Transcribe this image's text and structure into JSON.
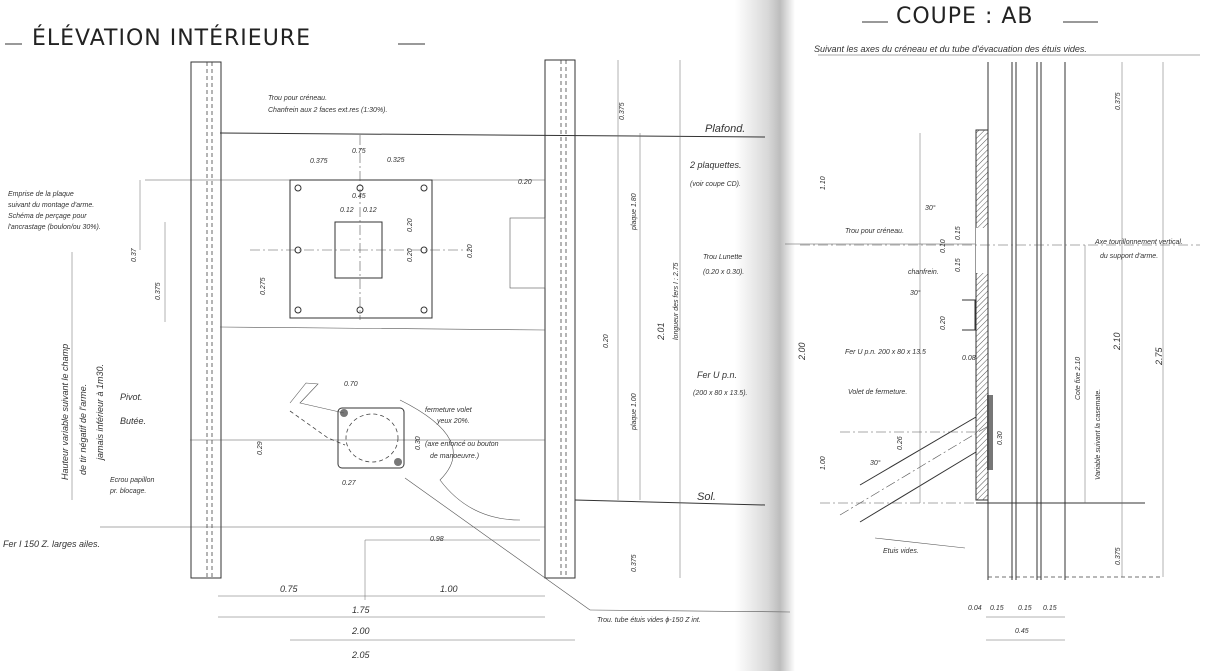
{
  "elevation": {
    "title": "ÉLÉVATION INTÉRIEURE",
    "notes": {
      "trou_creneau": "Trou pour créneau.",
      "chanfrein": "Chanfrein aux 2 faces ext.res (1:30%).",
      "emprise_1": "Emprise de la plaque",
      "emprise_2": "suivant du montage d'arme.",
      "emprise_3": "Schéma de perçage pour",
      "emprise_4": "l'ancrastage (boulon/ou 30%).",
      "hauteur_1": "Hauteur variable suivant le champ",
      "hauteur_2": "de tir négatif de l'arme.",
      "hauteur_3": "jamais inférieur à 1m30.",
      "pivot": "Pivot.",
      "butee": "Butée.",
      "ecrou_1": "Ecrou papillon",
      "ecrou_2": "pr. blocage.",
      "fer_i": "Fer I 150 Z. larges ailes.",
      "fermeture_1": "fermeture volet",
      "fermeture_2": "yeux 20%.",
      "fermeture_3": "(axe enfoncé ou bouton",
      "fermeture_4": "de manoeuvre.)",
      "plafond": "Plafond.",
      "plaquettes_1": "2 plaquettes.",
      "plaquettes_2": "(voir coupe CD).",
      "trou_lunette_1": "Trou Lunette",
      "trou_lunette_2": "(0.20 x 0.30).",
      "fer_u_1": "Fer U p.n.",
      "fer_u_2": "(200 x 80 x 13.5).",
      "sol": "Sol.",
      "trou_tube": "Trou. tube étuis vides ϕ-150 Z int."
    },
    "dims": {
      "d075": "0.75",
      "d0375": "0.375",
      "d0325": "0.325",
      "d045": "0.45",
      "d012a": "0.12",
      "d012b": "0.12",
      "d020a": "0.20",
      "d020b": "0.20",
      "d0275": "0.275",
      "d0375b": "0.375",
      "d037": "0.37",
      "d020c": "0.20",
      "d070": "0.70",
      "d030": "0.30",
      "d027": "0.27",
      "d029": "0.29",
      "d098": "0.98",
      "d075b": "0.75",
      "d100": "1.00",
      "d175": "1.75",
      "d200": "2.00",
      "d205": "2.05",
      "plaque_top": "plaque 1.80",
      "plaque_bot": "plaque 1.00",
      "d201": "2.01",
      "longueur": "longueur des fers I : 2.75",
      "d0375top": "0.375",
      "d0375bot": "0.375"
    }
  },
  "coupe": {
    "title": "COUPE : AB",
    "subtitle": "Suivant les axes du créneau et du tube d'évacuation des étuis vides.",
    "notes": {
      "trou_creneau": "Trou pour créneau.",
      "chanfrein": "chanfrein.",
      "axe_1": "Axe tourillonnement vertical.",
      "axe_2": "du support d'arme.",
      "fer_u": "Fer U p.n. 200 x 80 x 13.5",
      "volet": "Volet de fermeture.",
      "etuis": "Etuis vides.",
      "cote_fixe": "Cote fixe 2.10",
      "variable": "Variable suivant la casemate.",
      "d210": "2.10",
      "d275": "2.75"
    },
    "dims": {
      "d0375top": "0.375",
      "d110": "1.10",
      "d200": "2.00",
      "d100": "1.00",
      "a30a": "30°",
      "a30b": "30°",
      "a30c": "30°",
      "d015": "0.15",
      "d010": "0.10",
      "d020": "0.20",
      "d008": "0.08",
      "d026": "0.26",
      "d030": "0.30",
      "d0375bot": "0.375",
      "b004": "0.04",
      "b015a": "0.15",
      "b015b": "0.15",
      "b015c": "0.15",
      "b045": "0.45"
    }
  }
}
